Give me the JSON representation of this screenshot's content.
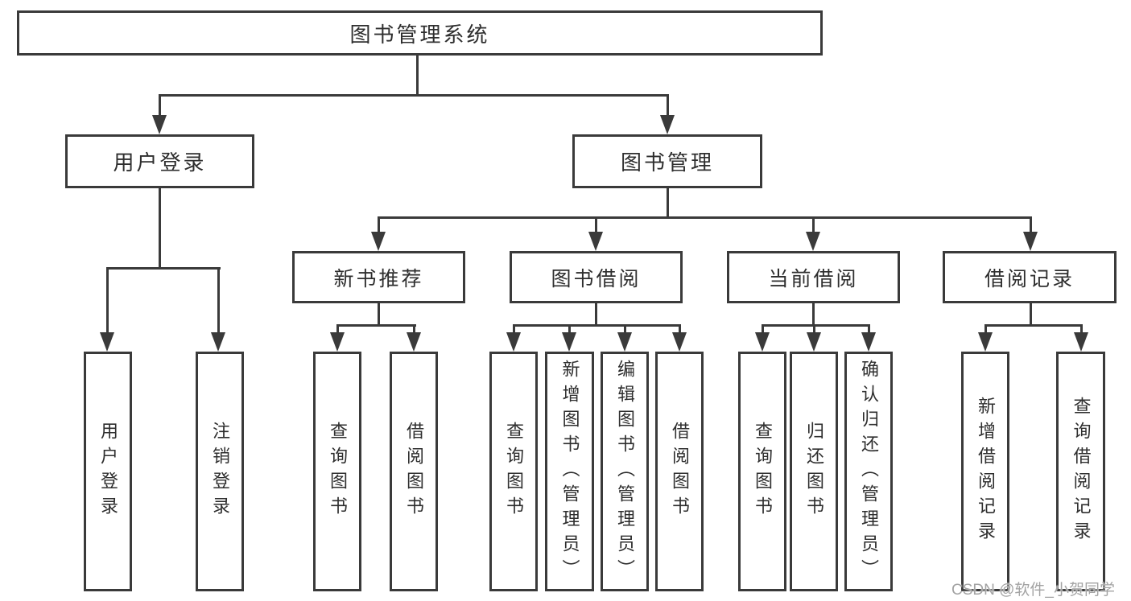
{
  "diagram": {
    "tree": {
      "label": "图书管理系统",
      "children": [
        {
          "label": "用户登录",
          "children": [
            {
              "label": "用户登录"
            },
            {
              "label": "注销登录"
            }
          ]
        },
        {
          "label": "图书管理",
          "children": [
            {
              "label": "新书推荐",
              "children": [
                {
                  "label": "查询图书"
                },
                {
                  "label": "借阅图书"
                }
              ]
            },
            {
              "label": "图书借阅",
              "children": [
                {
                  "label": "查询图书"
                },
                {
                  "label": "新增图书（管理员）"
                },
                {
                  "label": "编辑图书（管理员）"
                },
                {
                  "label": "借阅图书"
                }
              ]
            },
            {
              "label": "当前借阅",
              "children": [
                {
                  "label": "查询图书"
                },
                {
                  "label": "归还图书"
                },
                {
                  "label": "确认归还（管理员）"
                }
              ]
            },
            {
              "label": "借阅记录",
              "children": [
                {
                  "label": "新增借阅记录"
                },
                {
                  "label": "查询借阅记录"
                }
              ]
            }
          ]
        }
      ]
    }
  },
  "watermark": {
    "text": "CSDN @软件_小贺同学"
  },
  "colors": {
    "line": "#3a3a3a",
    "text": "#2e2e2e",
    "watermark": "#a3a3a3",
    "background": "#ffffff"
  }
}
